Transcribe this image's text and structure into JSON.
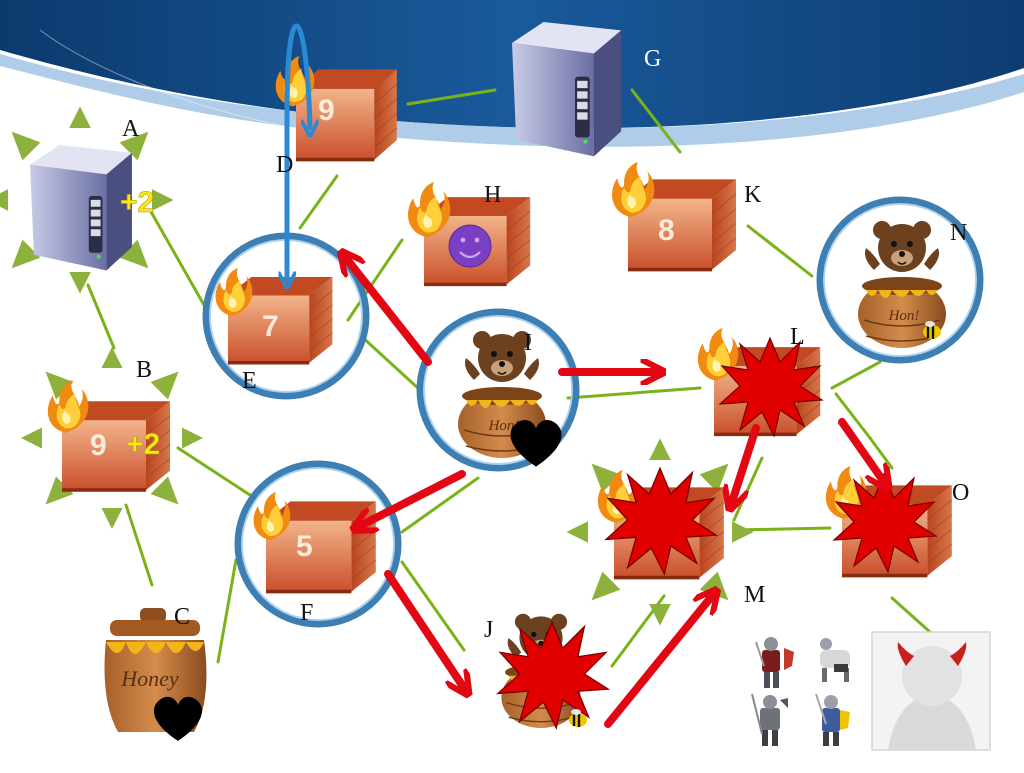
{
  "nodes": [
    {
      "id": "A",
      "label": "A",
      "kind": "server",
      "badge": "+2",
      "burst": true
    },
    {
      "id": "B",
      "label": "B",
      "kind": "firewall",
      "number": "9",
      "badge": "+2",
      "burst": true,
      "fire": true
    },
    {
      "id": "C",
      "label": "C",
      "kind": "honeypot-jar",
      "heart": true
    },
    {
      "id": "D",
      "label": "D",
      "kind": "firewall",
      "number": "9",
      "fire": true
    },
    {
      "id": "E",
      "label": "E",
      "kind": "firewall",
      "number": "7",
      "fire": true,
      "circled": true
    },
    {
      "id": "F",
      "label": "F",
      "kind": "firewall",
      "number": "5",
      "fire": true,
      "circled": true
    },
    {
      "id": "G",
      "label": "G",
      "kind": "server"
    },
    {
      "id": "H",
      "label": "H",
      "kind": "firewall",
      "fire": true,
      "smiley": true
    },
    {
      "id": "I",
      "label": "I",
      "kind": "bear-honeypot",
      "heart": true,
      "circled": true
    },
    {
      "id": "J",
      "label": "J",
      "kind": "bear-honeypot",
      "exploded": true
    },
    {
      "id": "K",
      "label": "K",
      "kind": "firewall",
      "number": "8",
      "fire": true
    },
    {
      "id": "L",
      "label": "L",
      "kind": "firewall",
      "fire": true,
      "exploded": true
    },
    {
      "id": "M",
      "label": "M",
      "kind": "firewall",
      "fire": true,
      "exploded": true,
      "burst": true
    },
    {
      "id": "N",
      "label": "N",
      "kind": "bear-honeypot",
      "circled": true
    },
    {
      "id": "O",
      "label": "O",
      "kind": "firewall",
      "fire": true,
      "exploded": true
    }
  ],
  "edges": [
    [
      "A",
      "B"
    ],
    [
      "A",
      "E"
    ],
    [
      "B",
      "C"
    ],
    [
      "C",
      "F"
    ],
    [
      "D",
      "E"
    ],
    [
      "D",
      "G"
    ],
    [
      "G",
      "K"
    ],
    [
      "E",
      "H"
    ],
    [
      "E",
      "I"
    ],
    [
      "F",
      "I"
    ],
    [
      "F",
      "B"
    ],
    [
      "F",
      "J"
    ],
    [
      "I",
      "L"
    ],
    [
      "J",
      "M"
    ],
    [
      "K",
      "L"
    ],
    [
      "L",
      "N"
    ],
    [
      "L",
      "O"
    ],
    [
      "O",
      "M"
    ],
    [
      "O",
      "attacker"
    ]
  ],
  "attack_arrows": [
    [
      "I",
      "E"
    ],
    [
      "I",
      "L"
    ],
    [
      "I",
      "F"
    ],
    [
      "F",
      "J"
    ],
    [
      "J",
      "M"
    ],
    [
      "L",
      "M"
    ],
    [
      "L",
      "O"
    ]
  ],
  "defender_path": [
    [
      "D",
      "E"
    ]
  ],
  "colors": {
    "edge": "#7ab317",
    "attack": "#e30613",
    "defender": "#2a8ad3",
    "ring": "#3d7fb3",
    "burst": "#8cb13c",
    "badge": "#f6e61a",
    "explosion": "#e00000"
  },
  "legend": {
    "attackers": "knight-figures-icon",
    "adversary": "devil-avatar-icon"
  }
}
